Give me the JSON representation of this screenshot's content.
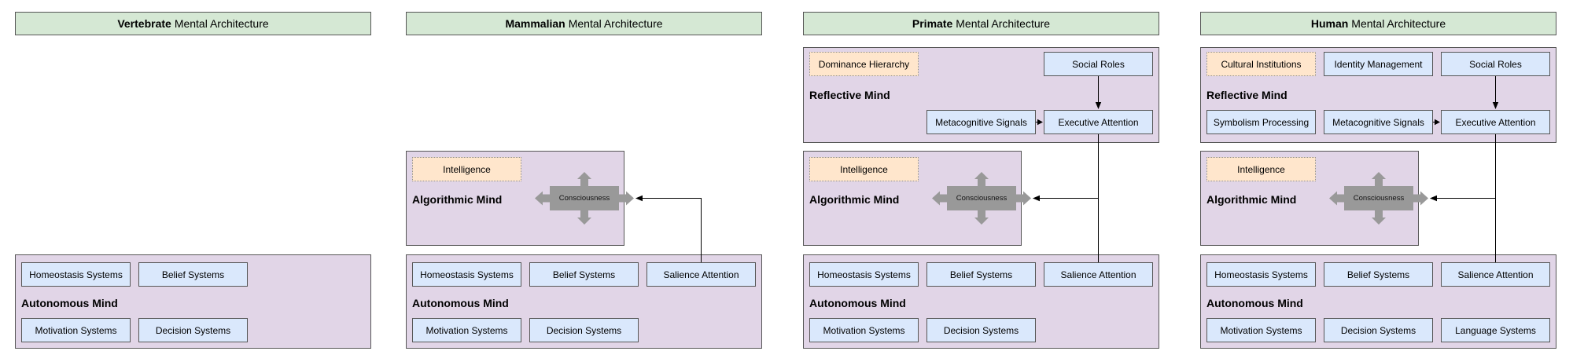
{
  "diagram": {
    "name": "Mental Architecture evolution diagram"
  },
  "colors": {
    "title_fill_green": "#d5e8d4",
    "section_fill_purple": "#e1d5e7",
    "box_fill_blue": "#dae8fc",
    "box_fill_orange": "#ffe6cc",
    "consciousness_gray": "#999999",
    "border_gray": "#565656",
    "connector_black": "#000000"
  },
  "panels": [
    {
      "title": {
        "bold": "Vertebrate",
        "rest": "Mental Architecture"
      },
      "autonomous": {
        "label": "Autonomous Mind",
        "homeostasis": "Homeostasis Systems",
        "belief": "Belief Systems",
        "motivation": "Motivation Systems",
        "decision": "Decision Systems"
      }
    },
    {
      "title": {
        "bold": "Mammalian",
        "rest": "Mental Architecture"
      },
      "algorithmic": {
        "label": "Algorithmic Mind",
        "intelligence": "Intelligence",
        "consciousness": "Consciousness"
      },
      "autonomous": {
        "label": "Autonomous Mind",
        "homeostasis": "Homeostasis Systems",
        "belief": "Belief Systems",
        "salience": "Salience Attention",
        "motivation": "Motivation Systems",
        "decision": "Decision Systems"
      }
    },
    {
      "title": {
        "bold": "Primate",
        "rest": "Mental Architecture"
      },
      "reflective": {
        "label": "Reflective Mind",
        "dominance_hierarchy": "Dominance Hierarchy",
        "social_roles": "Social Roles",
        "metacognitive_signals": "Metacognitive Signals",
        "executive_attention": "Executive Attention"
      },
      "algorithmic": {
        "label": "Algorithmic Mind",
        "intelligence": "Intelligence",
        "consciousness": "Consciousness"
      },
      "autonomous": {
        "label": "Autonomous Mind",
        "homeostasis": "Homeostasis Systems",
        "belief": "Belief Systems",
        "salience": "Salience Attention",
        "motivation": "Motivation Systems",
        "decision": "Decision Systems"
      }
    },
    {
      "title": {
        "bold": "Human",
        "rest": "Mental Architecture"
      },
      "reflective": {
        "label": "Reflective Mind",
        "cultural_institutions": "Cultural Institutions",
        "identity_management": "Identity Management",
        "social_roles": "Social Roles",
        "symbolism_processing": "Symbolism Processing",
        "metacognitive_signals": "Metacognitive Signals",
        "executive_attention": "Executive Attention"
      },
      "algorithmic": {
        "label": "Algorithmic Mind",
        "intelligence": "Intelligence",
        "consciousness": "Consciousness"
      },
      "autonomous": {
        "label": "Autonomous Mind",
        "homeostasis": "Homeostasis Systems",
        "belief": "Belief Systems",
        "salience": "Salience Attention",
        "motivation": "Motivation Systems",
        "decision": "Decision Systems",
        "language": "Language Systems"
      }
    }
  ]
}
